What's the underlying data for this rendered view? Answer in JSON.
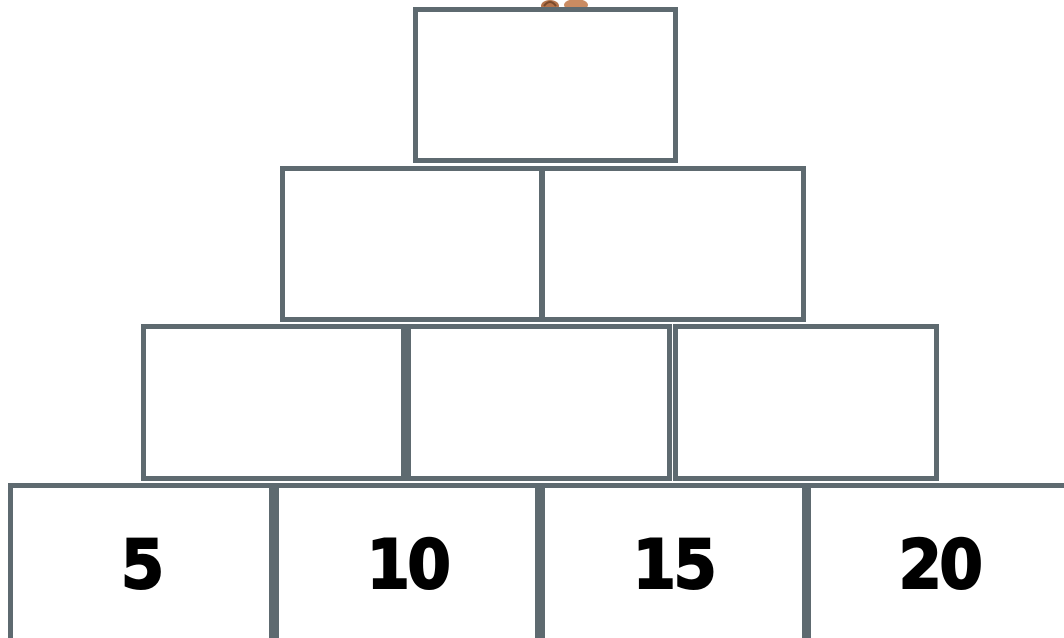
{
  "pyramid": {
    "rows": [
      {
        "bricks": [
          {
            "value": ""
          }
        ]
      },
      {
        "bricks": [
          {
            "value": ""
          },
          {
            "value": ""
          }
        ]
      },
      {
        "bricks": [
          {
            "value": ""
          },
          {
            "value": ""
          },
          {
            "value": ""
          }
        ]
      },
      {
        "bricks": [
          {
            "value": "5"
          },
          {
            "value": "10"
          },
          {
            "value": "15"
          },
          {
            "value": "20"
          }
        ]
      }
    ]
  },
  "colors": {
    "brick_border": "#5e6a70",
    "brick_fill": "#ffffff",
    "number": "#000000",
    "peek_figure": "#b5734a"
  },
  "icons": {
    "peek_figure": "figure-feet-icon"
  }
}
